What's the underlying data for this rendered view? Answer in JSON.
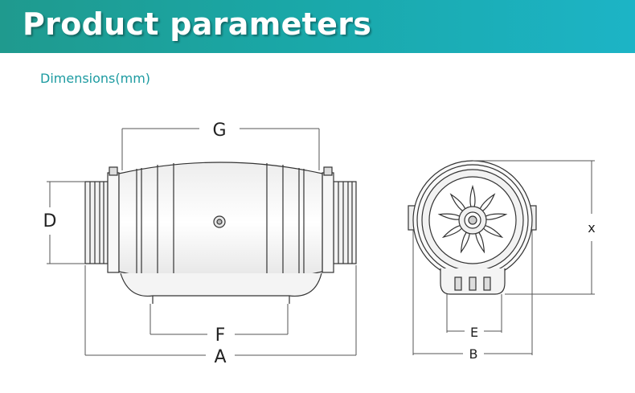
{
  "header": {
    "title": "Product parameters",
    "color_start": "#1f9a8e",
    "color_end": "#1cb4c6"
  },
  "section": {
    "title": "Dimensions(mm)",
    "color": "#1d9ba1"
  },
  "diagram": {
    "labels": {
      "G": "G",
      "D": "D",
      "F": "F",
      "A": "A",
      "E": "E",
      "B": "B",
      "X": "x"
    },
    "side_view_icon": "inline-duct-fan-side-view",
    "front_view_icon": "inline-duct-fan-front-view"
  }
}
